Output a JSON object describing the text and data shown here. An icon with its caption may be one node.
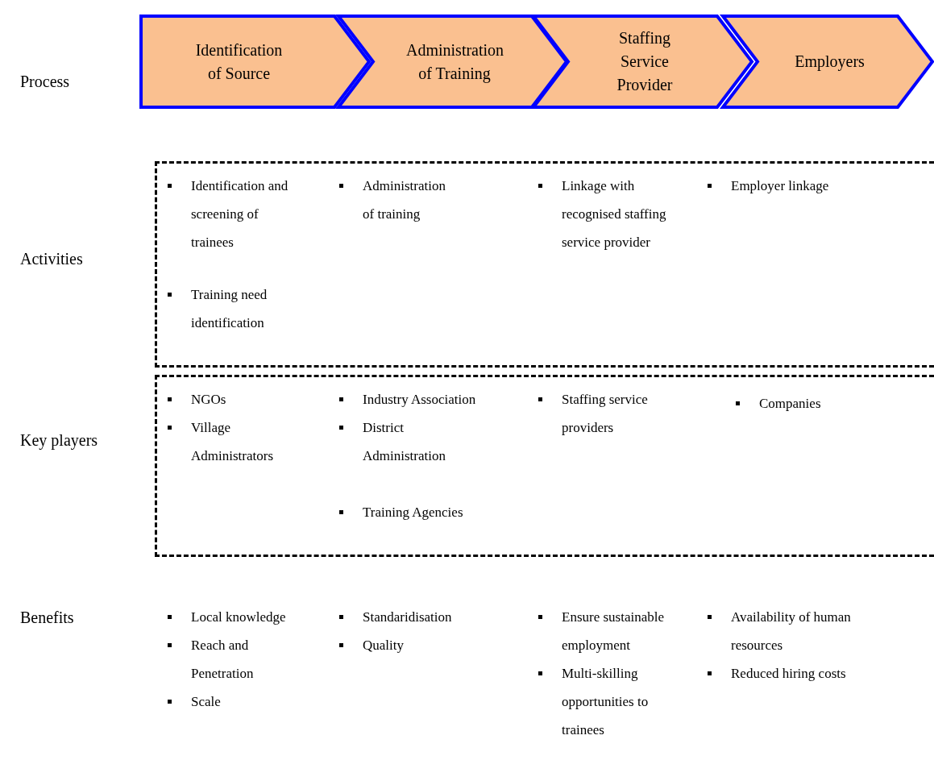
{
  "diagram": {
    "nodes": [
      {
        "text": [
          "Identification of Source"
        ]
      },
      {
        "text": [
          "Administration of Training"
        ]
      },
      {
        "text": [
          "Staffing Service Provider"
        ]
      },
      {
        "text": [
          "Employers"
        ]
      },
      {
        "text": [
          "Identification and screening of trainees",
          "Training need identification",
          "Administration of training",
          "Linkage with recognised staffing service provider",
          "Employer linkage"
        ]
      },
      {
        "text": [
          "NGOs",
          "Village Administrators",
          "Industry Association",
          "District Administration",
          "Training Agencies",
          "Staffing service providers",
          "Companies"
        ]
      }
    ],
    "labels": [
      "Process",
      "Activities",
      "Key players",
      "Benefits",
      "Local knowledge",
      "Reach and Penetration",
      "Scale",
      "Standaridisation",
      "Quality",
      "Ensure sustainable employment",
      "Multi-skilling opportunities to trainees",
      "Availability of human resources",
      "Reduced hiring costs"
    ]
  }
}
